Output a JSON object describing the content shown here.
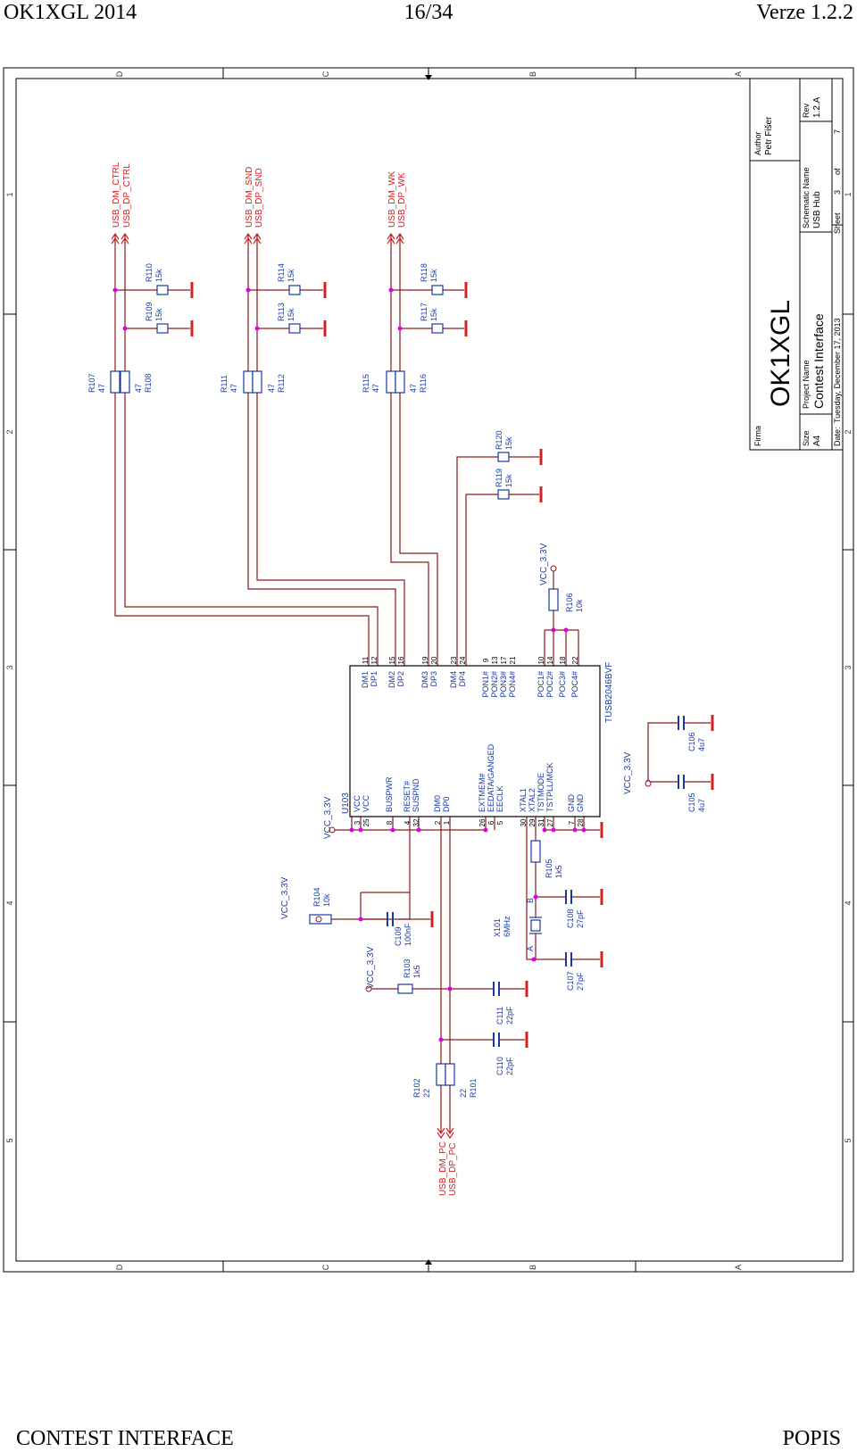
{
  "header": {
    "left": "OK1XGL 2014",
    "center": "16/34",
    "right": "Verze 1.2.2"
  },
  "footer": {
    "left": "CONTEST INTERFACE",
    "right": "POPIS"
  },
  "colors": {
    "wire": "#8a1c1c",
    "net": "#d42020",
    "part": "#1a3aa0",
    "junction": "#e000e0",
    "frame": "#000000"
  },
  "zones": {
    "letters": [
      "D",
      "C",
      "B",
      "A"
    ],
    "numbers": [
      "1",
      "2",
      "3",
      "4",
      "5"
    ]
  },
  "title_block": {
    "firma_label": "Firma",
    "company": "OK1XGL",
    "author_label": "Author",
    "author": "Petr Fišer",
    "size_label": "Size",
    "size": "A4",
    "project_label": "Project Name",
    "project": "Contest Interface",
    "schematic_label": "Schematic Name",
    "schematic": "USB Hub",
    "rev_label": "Rev",
    "rev": "1.2.A",
    "date_label": "Date:",
    "date": "Tuesday, December 17, 2013",
    "sheet_label": "Sheet",
    "sheet": "3",
    "of_label": "of",
    "sheets": "7"
  },
  "nets": {
    "dm_ctrl": "USB_DM_CTRL",
    "dp_ctrl": "USB_DP_CTRL",
    "dm_snd": "USB_DM_SND",
    "dp_snd": "USB_DP_SND",
    "dm_wk": "USB_DM_WK",
    "dp_wk": "USB_DP_WK",
    "dm_pc": "USB_DM_PC",
    "dp_pc": "USB_DP_PC",
    "vcc": "VCC_3.3V"
  },
  "ic": {
    "ref": "U103",
    "part": "TUSB2046BVF",
    "left_pins": [
      {
        "name": "VCC",
        "num": "3"
      },
      {
        "name": "VCC",
        "num": "25"
      },
      {
        "name": "BUSPWR",
        "num": "8"
      },
      {
        "name": "RESET#",
        "num": "4"
      },
      {
        "name": "SUSPND",
        "num": "32"
      },
      {
        "name": "DM0",
        "num": "2"
      },
      {
        "name": "DP0",
        "num": "1"
      },
      {
        "name": "EXTMEM#",
        "num": "26"
      },
      {
        "name": "EEDATA/GANGED",
        "num": "6"
      },
      {
        "name": "EECLK",
        "num": "5"
      },
      {
        "name": "XTAL1",
        "num": "30"
      },
      {
        "name": "XTAL2",
        "num": "29"
      },
      {
        "name": "TSTMODE",
        "num": "31"
      },
      {
        "name": "TSTPLL/MCK",
        "num": "27"
      },
      {
        "name": "GND",
        "num": "7"
      },
      {
        "name": "GND",
        "num": "28"
      }
    ],
    "right_pins": [
      {
        "name": "DM1",
        "num": "11"
      },
      {
        "name": "DP1",
        "num": "12"
      },
      {
        "name": "DM2",
        "num": "15"
      },
      {
        "name": "DP2",
        "num": "16"
      },
      {
        "name": "DM3",
        "num": "19"
      },
      {
        "name": "DP3",
        "num": "20"
      },
      {
        "name": "DM4",
        "num": "23"
      },
      {
        "name": "DP4",
        "num": "24"
      },
      {
        "name": "PON1#",
        "num": "9"
      },
      {
        "name": "PON2#",
        "num": "13"
      },
      {
        "name": "PON3#",
        "num": "17"
      },
      {
        "name": "PON4#",
        "num": "21"
      },
      {
        "name": "POC1#",
        "num": "10"
      },
      {
        "name": "POC2#",
        "num": "14"
      },
      {
        "name": "POC3#",
        "num": "18"
      },
      {
        "name": "POC4#",
        "num": "22"
      }
    ]
  },
  "parts": {
    "r107": {
      "ref": "R107",
      "val": "47"
    },
    "r108": {
      "ref": "R108",
      "val": "47"
    },
    "r109": {
      "ref": "R109",
      "val": "15k"
    },
    "r110": {
      "ref": "R110",
      "val": "15k"
    },
    "r111": {
      "ref": "R111",
      "val": "47"
    },
    "r112": {
      "ref": "R112",
      "val": "47"
    },
    "r113": {
      "ref": "R113",
      "val": "15k"
    },
    "r114": {
      "ref": "R114",
      "val": "15k"
    },
    "r115": {
      "ref": "R115",
      "val": "47"
    },
    "r116": {
      "ref": "R116",
      "val": "47"
    },
    "r117": {
      "ref": "R117",
      "val": "15k"
    },
    "r118": {
      "ref": "R118",
      "val": "15k"
    },
    "r119": {
      "ref": "R119",
      "val": "15k"
    },
    "r120": {
      "ref": "R120",
      "val": "15k"
    },
    "r106": {
      "ref": "R106",
      "val": "10k"
    },
    "r104": {
      "ref": "R104",
      "val": "10k"
    },
    "r105": {
      "ref": "R105",
      "val": "1k5"
    },
    "r103": {
      "ref": "R103",
      "val": "1k5"
    },
    "r102": {
      "ref": "R102",
      "val": "22"
    },
    "r101": {
      "ref": "R101",
      "val": "22"
    },
    "c109": {
      "ref": "C109",
      "val": "100nF"
    },
    "c108": {
      "ref": "C108",
      "val": "27pF"
    },
    "c107": {
      "ref": "C107",
      "val": "27pF"
    },
    "c111": {
      "ref": "C111",
      "val": "22pF"
    },
    "c110": {
      "ref": "C110",
      "val": "22pF"
    },
    "c105": {
      "ref": "C105",
      "val": "4u7"
    },
    "c106": {
      "ref": "C106",
      "val": "4u7"
    },
    "x101": {
      "ref": "X101",
      "val": "6MHz",
      "pin_a": "A",
      "pin_b": "B"
    }
  }
}
